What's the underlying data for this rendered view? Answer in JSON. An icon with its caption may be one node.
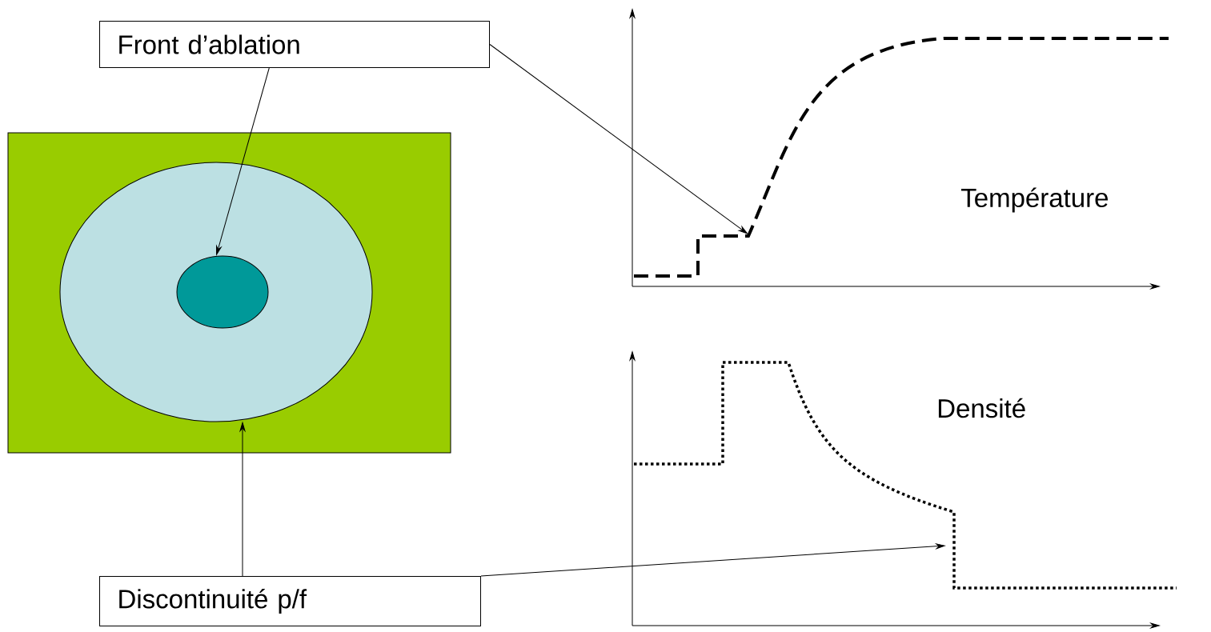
{
  "diagram": {
    "nodes": [
      {
        "text": [
          "Front d’ablation"
        ]
      },
      {
        "text": [
          "Discontinuité p/f"
        ]
      },
      {
        "text": [],
        "shape": "box"
      },
      {
        "text": [],
        "shape": "circle",
        "in": 2
      },
      {
        "text": [],
        "shape": "circle",
        "in": 3
      }
    ],
    "edges": [
      {
        "from": 0,
        "to": 4,
        "arrow": "to"
      },
      {
        "from": 0,
        "to": null,
        "arrow": "to"
      },
      {
        "from": 1,
        "to": 3,
        "arrow": "to"
      },
      {
        "from": 1,
        "to": null,
        "arrow": "to"
      }
    ],
    "labels": [
      "Température",
      "Densité"
    ]
  }
}
